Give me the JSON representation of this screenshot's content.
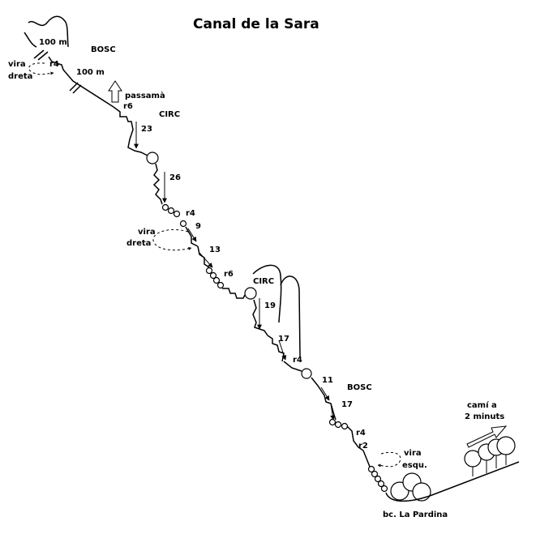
{
  "title": "Canal de la Sara",
  "labels": {
    "top_100m": "100 m",
    "bosc_top": "BOSC",
    "vira": "vira",
    "dreta": "dreta",
    "r4_top": "r4",
    "mid_100m": "100 m",
    "passama": "passamà",
    "r6_a": "r6",
    "circ_a": "CIRC",
    "rap_23": "23",
    "rap_26": "26",
    "r4_b": "r4",
    "rap_9": "9",
    "vira2": "vira",
    "dreta2": "dreta",
    "rap_13": "13",
    "r6_b": "r6",
    "circ_b": "CIRC",
    "rap_19": "19",
    "rap_17a": "17",
    "r4_c": "r4",
    "rap_11": "11",
    "bosc_b": "BOSC",
    "rap_17b": "17",
    "r4_d": "r4",
    "r2": "r2",
    "vira3": "vira",
    "esqu": "esqu.",
    "cami_a": "camí a",
    "minuts": "2 minuts",
    "pardina": "bc. La Pardina"
  },
  "icons": [
    "exit-arrow-icon",
    "escape-arrow-icon",
    "tree-icon",
    "boulder-icon",
    "pool-icon",
    "rappel-arrow-icon",
    "dashed-turn-arrow-icon"
  ]
}
